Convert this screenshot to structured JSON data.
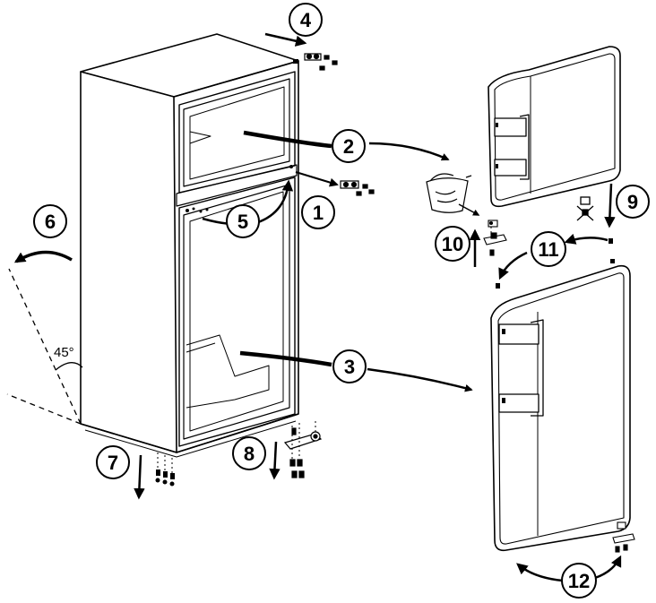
{
  "diagram": {
    "angle_label": "45°",
    "steps": [
      "1",
      "2",
      "3",
      "4",
      "5",
      "6",
      "7",
      "8",
      "9",
      "10",
      "11",
      "12"
    ]
  }
}
